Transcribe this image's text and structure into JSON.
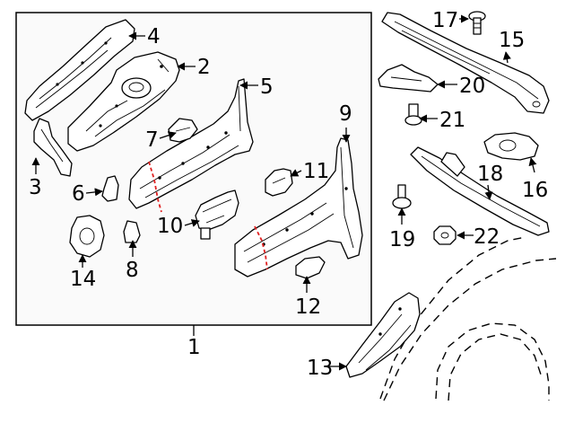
{
  "colors": {
    "line": "#000000",
    "paper": "#ffffff",
    "cut_line": "#e02020"
  },
  "assembly_label": "1",
  "callouts": {
    "c1": "1",
    "c2": "2",
    "c3": "3",
    "c4": "4",
    "c5": "5",
    "c6": "6",
    "c7": "7",
    "c8": "8",
    "c9": "9",
    "c10": "10",
    "c11": "11",
    "c12": "12",
    "c13": "13",
    "c14": "14",
    "c15": "15",
    "c16": "16",
    "c17": "17",
    "c18": "18",
    "c19": "19",
    "c20": "20",
    "c21": "21",
    "c22": "22"
  }
}
